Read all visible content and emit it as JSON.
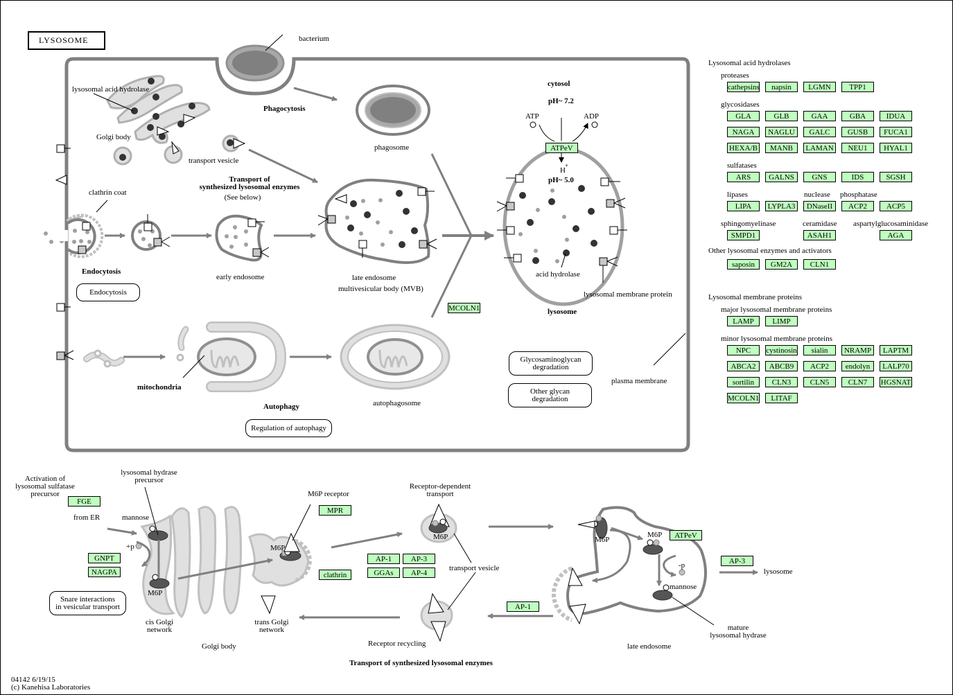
{
  "title": "LYSOSOME",
  "colors": {
    "gene_fill": "#bfffbf",
    "membrane": "#808080",
    "organelle_fill": "#e0e0e0",
    "enzyme_dark": "#333333"
  },
  "cell": {
    "labels": {
      "bacterium": "bacterium",
      "lysosomal_acid_hydrolase": "lysosomal acid hydrolase",
      "golgi_body": "Golgi body",
      "transport_vesicle": "transport vesicle",
      "phagocytosis": "Phagocytosis",
      "phagosome": "phagosome",
      "transport_title_1": "Transport of",
      "transport_title_2": "synthesized lysosomal enzymes",
      "see_below": "(See below)",
      "clathrin_coat": "clathrin coat",
      "endocytosis": "Endocytosis",
      "early_endosome": "early  endosome",
      "late_endosome": "late endosome",
      "mvb": "multivesicular body (MVB)",
      "cytosol": "cytosol",
      "ph_cytosol": "pH~ 7.2",
      "atp": "ATP",
      "adp": "ADP",
      "h_plus": "H",
      "plus": "+",
      "ph_lysosome": "pH~ 5.0",
      "acid_hydrolase": "acid  hydrolase",
      "lysosomal_membrane_protein": "lysosomal membrane protein",
      "lysosome": "lysosome",
      "mitochondria": "mitochondria",
      "autophagy": "Autophagy",
      "autophagosome": "autophagosome",
      "plasma_membrane": "plasma membrane"
    },
    "genes": {
      "atpev": "ATPeV",
      "mcoln1": "MCOLN1"
    },
    "maps": {
      "endocytosis": "Endocytosis",
      "regulation_autophagy": "Regulation of autophagy",
      "gag_degradation_1": "Glycosaminoglycan",
      "gag_degradation_2": "degradation",
      "other_glycan_1": "Other glycan",
      "other_glycan_2": "degradation"
    }
  },
  "legend": {
    "hydrolases_title": "Lysosomal acid hydrolases",
    "proteases": {
      "label": "proteases",
      "genes": [
        "cathepsins",
        "napsin",
        "LGMN",
        "TPP1"
      ]
    },
    "glycosidases": {
      "label": "glycosidases",
      "rows": [
        [
          "GLA",
          "GLB",
          "GAA",
          "GBA",
          "IDUA"
        ],
        [
          "NAGA",
          "NAGLU",
          "GALC",
          "GUSB",
          "FUCA1"
        ],
        [
          "HEXA/B",
          "MANB",
          "LAMAN",
          "NEU1",
          "HYAL1"
        ]
      ]
    },
    "sulfatases": {
      "label": "sulfatases",
      "genes": [
        "ARS",
        "GALNS",
        "GNS",
        "IDS",
        "SGSH"
      ]
    },
    "lipases": {
      "label": "lipases",
      "genes": [
        "LIPA",
        "LYPLA3"
      ]
    },
    "nuclease": {
      "label": "nuclease",
      "genes": [
        "DNaseII"
      ]
    },
    "phosphatase": {
      "label": "phosphatase",
      "genes": [
        "ACP2",
        "ACP5"
      ]
    },
    "sphingomyelinase": {
      "label": "sphingomyelinase",
      "genes": [
        "SMPD1"
      ]
    },
    "ceramidase": {
      "label": "ceramidase",
      "genes": [
        "ASAH1"
      ]
    },
    "aspartylglucosaminidase": {
      "label": "aspartylglucosaminidase",
      "genes": [
        "AGA"
      ]
    },
    "other_title": "Other lysosomal enzymes and activators",
    "other": {
      "genes": [
        "saposin",
        "GM2A",
        "CLN1"
      ]
    },
    "membrane_title": "Lysosomal membrane  proteins",
    "major": {
      "label": "major lysosomal membrane  proteins",
      "genes": [
        "LAMP",
        "LIMP"
      ]
    },
    "minor": {
      "label": "minor lysosomal membrane  proteins",
      "rows": [
        [
          "NPC",
          "cystinosin",
          "sialin",
          "NRAMP",
          "LAPTM"
        ],
        [
          "ABCA2",
          "ABCB9",
          "ACP2",
          "endolyn",
          "LALP70"
        ],
        [
          "sortilin",
          "CLN3",
          "CLN5",
          "CLN7",
          "HGSNAT"
        ],
        [
          "MCOLN1",
          "LITAF"
        ]
      ]
    }
  },
  "bottom": {
    "labels": {
      "activation_1": "Activation of",
      "activation_2": "lysosomal sulfatase",
      "activation_3": "precursor",
      "from_er": "from ER",
      "mannose": "mannose",
      "plus_p": "+p",
      "hydrase_precursor_1": "lysosomal hydrase",
      "hydrase_precursor_2": "precursor",
      "m6p": "M6P",
      "m6p_receptor": "M6P receptor",
      "cis_golgi_1": "cis Golgi",
      "cis_golgi_2": "network",
      "trans_golgi_1": "trans Golgi",
      "trans_golgi_2": "network",
      "golgi_body": "Golgi body",
      "receptor_dep_1": "Receptor-dependent",
      "receptor_dep_2": "transport",
      "transport_vesicle": "transport vesicle",
      "receptor_recycling": "Receptor recycling",
      "section_title": "Transport of synthesized lysosomal enzymes",
      "minus_p": "-p",
      "mannose2": "mannose",
      "mature_1": "mature",
      "mature_2": "lysosomal hydrase",
      "late_endosome": "late endosome",
      "lysosome": "lysosome"
    },
    "genes": {
      "fge": "FGE",
      "gnpt": "GNPT",
      "nagpa": "NAGPA",
      "mpr": "MPR",
      "clathrin": "clathrin",
      "ap1": "AP-1",
      "ap3": "AP-3",
      "ggas": "GGAs",
      "ap4": "AP-4",
      "ap1_recycle": "AP-1",
      "atpev": "ATPeV",
      "ap3_lys": "AP-3"
    },
    "maps": {
      "snare_1": "Snare interactions",
      "snare_2": "in vesicular transport"
    }
  },
  "footer": {
    "id_date": "04142 6/19/15",
    "copyright": "(c) Kanehisa Laboratories"
  }
}
